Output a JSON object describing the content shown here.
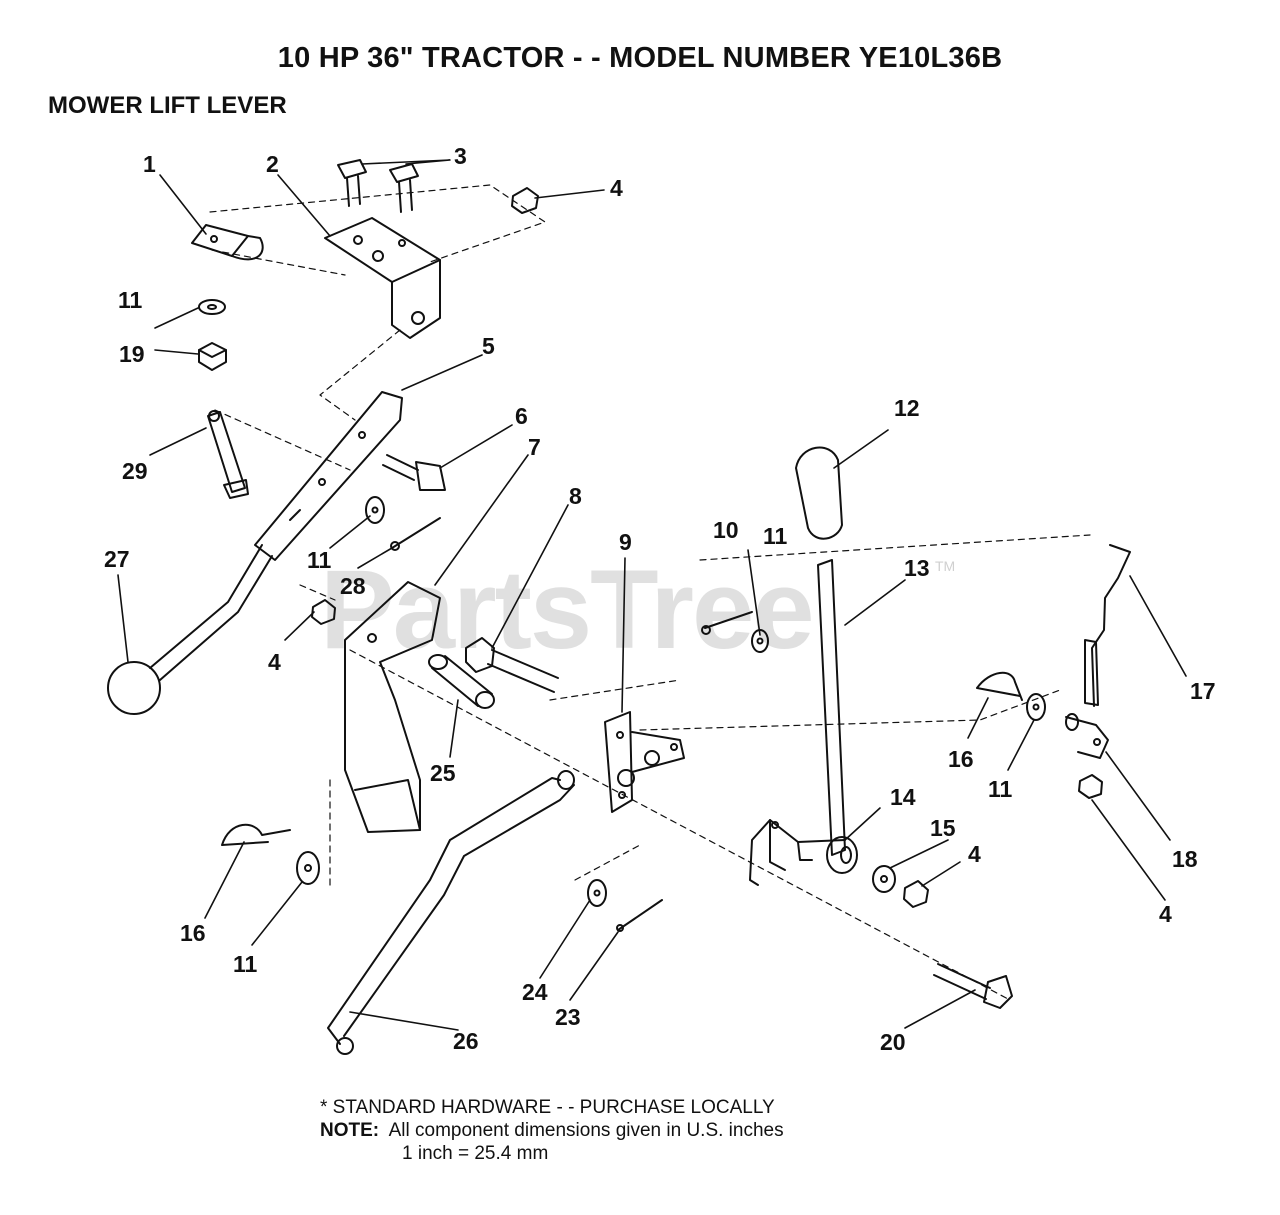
{
  "header": {
    "title": "10 HP 36\" TRACTOR - - MODEL NUMBER YE10L36B",
    "section": "MOWER LIFT LEVER"
  },
  "watermark": {
    "text": "PartsTree",
    "mark": "TM"
  },
  "callouts": {
    "c1": "1",
    "c2": "2",
    "c3": "3",
    "c4a": "4",
    "c4b": "4",
    "c4c": "4",
    "c4d": "4",
    "c5": "5",
    "c6": "6",
    "c7": "7",
    "c8": "8",
    "c9": "9",
    "c10": "10",
    "c11a": "11",
    "c11b": "11",
    "c11c": "11",
    "c11d": "11",
    "c11e": "11",
    "c12": "12",
    "c13": "13",
    "c14": "14",
    "c15": "15",
    "c16a": "16",
    "c16b": "16",
    "c17": "17",
    "c18": "18",
    "c19": "19",
    "c20": "20",
    "c23": "23",
    "c24": "24",
    "c25": "25",
    "c26": "26",
    "c27": "27",
    "c28": "28",
    "c29": "29"
  },
  "footer": {
    "standard_hardware": "* STANDARD HARDWARE - - PURCHASE LOCALLY",
    "note_label": "NOTE:",
    "note_text": "All component dimensions given in U.S. inches",
    "conversion": "1 inch = 25.4 mm"
  }
}
